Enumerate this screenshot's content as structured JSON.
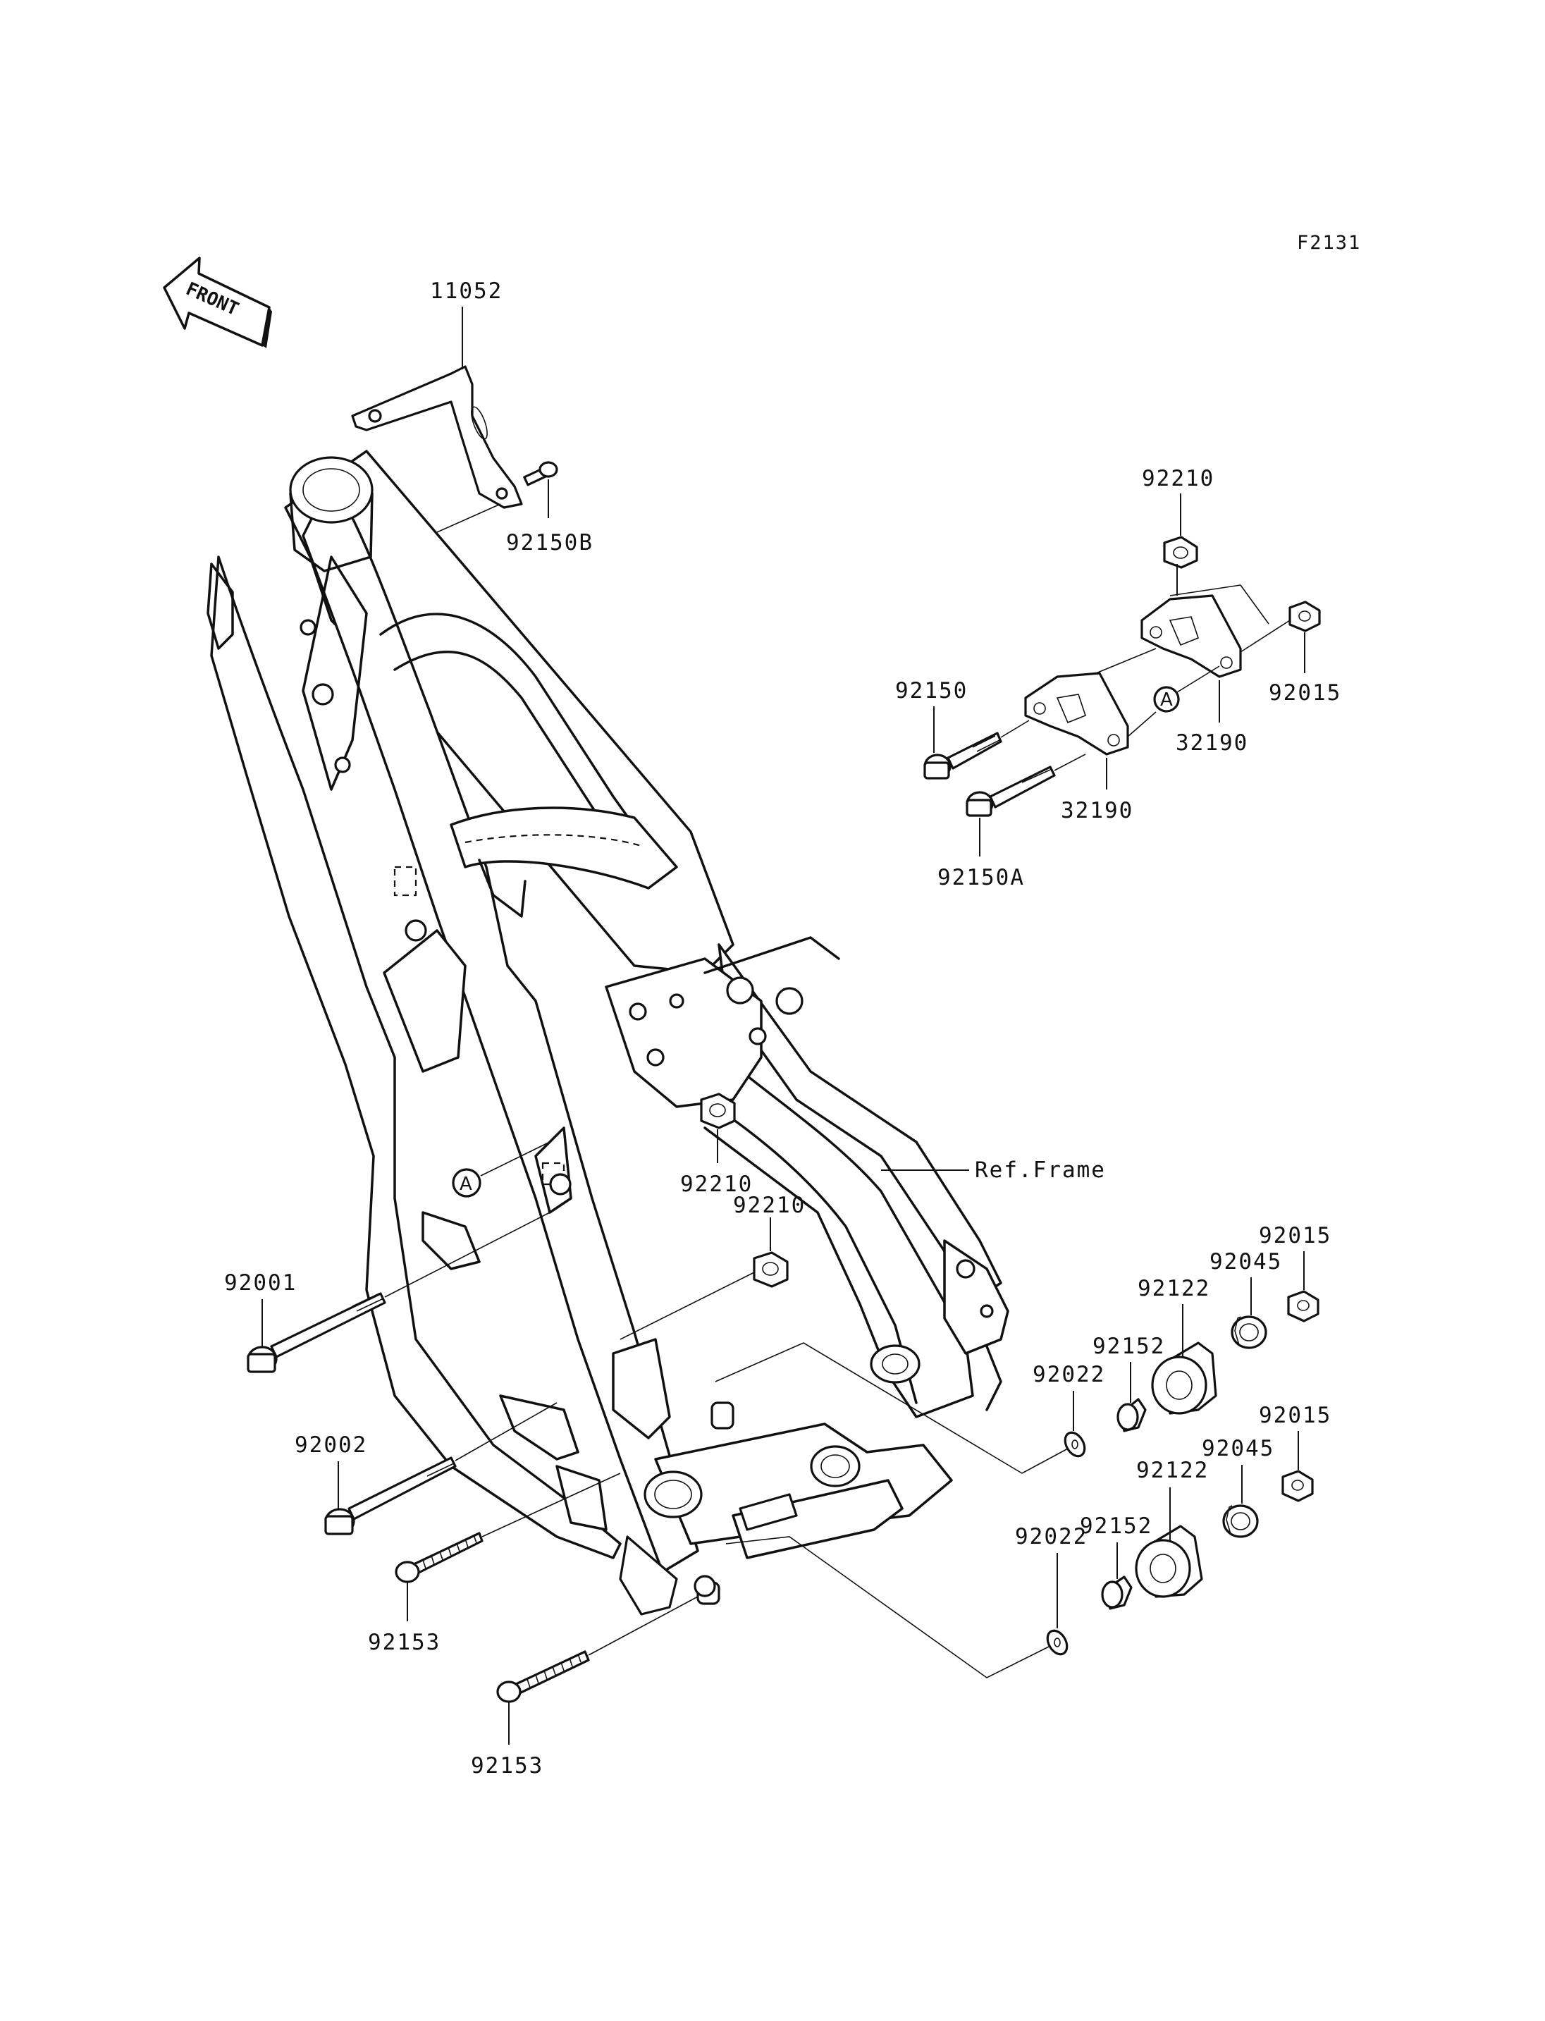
{
  "figure_code": "F2131",
  "front_marker": "FRONT",
  "ref_label": "Ref.Frame",
  "circle_ref": "A",
  "parts": {
    "p11052": "11052",
    "p92150B": "92150B",
    "p92210_top": "92210",
    "p92015_top": "92015",
    "p92150": "92150",
    "p32190_a": "32190",
    "p32190_b": "32190",
    "p92150A": "92150A",
    "p92210_mid": "92210",
    "p92210_low": "92210",
    "p92001": "92001",
    "p92002": "92002",
    "p92153_a": "92153",
    "p92153_b": "92153",
    "p92015_r1": "92015",
    "p92045_a": "92045",
    "p92122_a": "92122",
    "p92152_a": "92152",
    "p92022_a": "92022",
    "p92015_r2": "92015",
    "p92045_b": "92045",
    "p92122_b": "92122",
    "p92152_b": "92152",
    "p92022_b": "92022"
  }
}
